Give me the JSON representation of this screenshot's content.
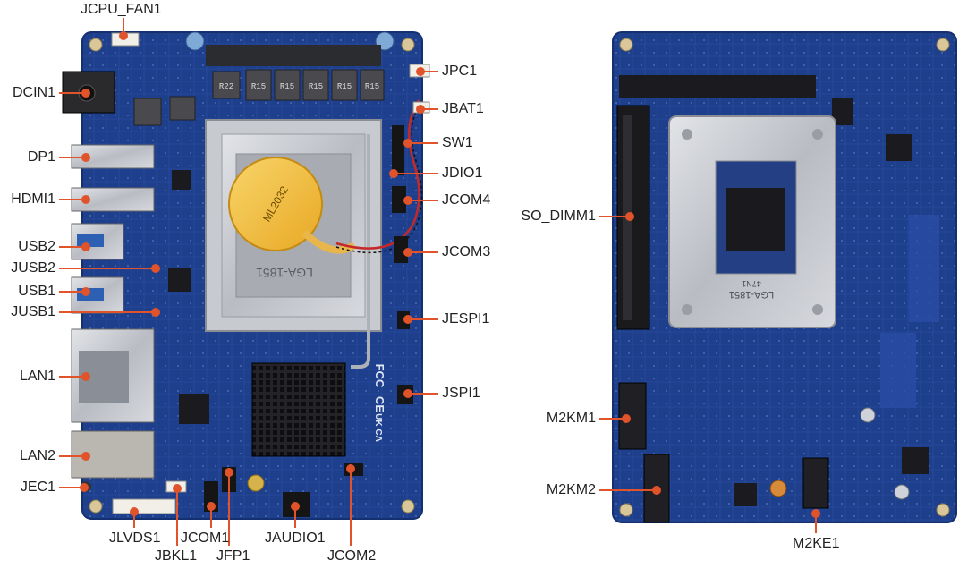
{
  "colors": {
    "board": "#1d3c86",
    "board_dark": "#142c66",
    "leader": "#e0532b",
    "silver": "#c9ccd2",
    "black": "#1c1c1f"
  },
  "front_board": {
    "battery_text": "ML2032",
    "socket_text": "LGA-1851",
    "cert_text_1": "FCC",
    "cert_text_2": "CE",
    "cert_text_3": "UK CA",
    "inductor_labels": [
      "R15",
      "R15",
      "R15",
      "R15",
      "R15"
    ],
    "inductor_small_label": "R22",
    "labels": {
      "jcpu_fan1": "JCPU_FAN1",
      "dcin1": "DCIN1",
      "dp1": "DP1",
      "hdmi1": "HDMI1",
      "usb2": "USB2",
      "jusb2": "JUSB2",
      "usb1": "USB1",
      "jusb1": "JUSB1",
      "lan1": "LAN1",
      "lan2": "LAN2",
      "jec1": "JEC1",
      "jlvds1": "JLVDS1",
      "jbkl1": "JBKL1",
      "jcom1": "JCOM1",
      "jfp1": "JFP1",
      "jaudio1": "JAUDIO1",
      "jcom2": "JCOM2",
      "jpc1": "JPC1",
      "jbat1": "JBAT1",
      "sw1": "SW1",
      "jdio1": "JDIO1",
      "jcom4": "JCOM4",
      "jcom3": "JCOM3",
      "jespi1": "JESPI1",
      "jspi1": "JSPI1"
    }
  },
  "back_board": {
    "plate_text": "LGA-1851",
    "plate_subtext": "47N1",
    "labels": {
      "so_dimm1": "SO_DIMM1",
      "m2km1": "M2KM1",
      "m2km2": "M2KM2",
      "m2ke1": "M2KE1"
    }
  }
}
